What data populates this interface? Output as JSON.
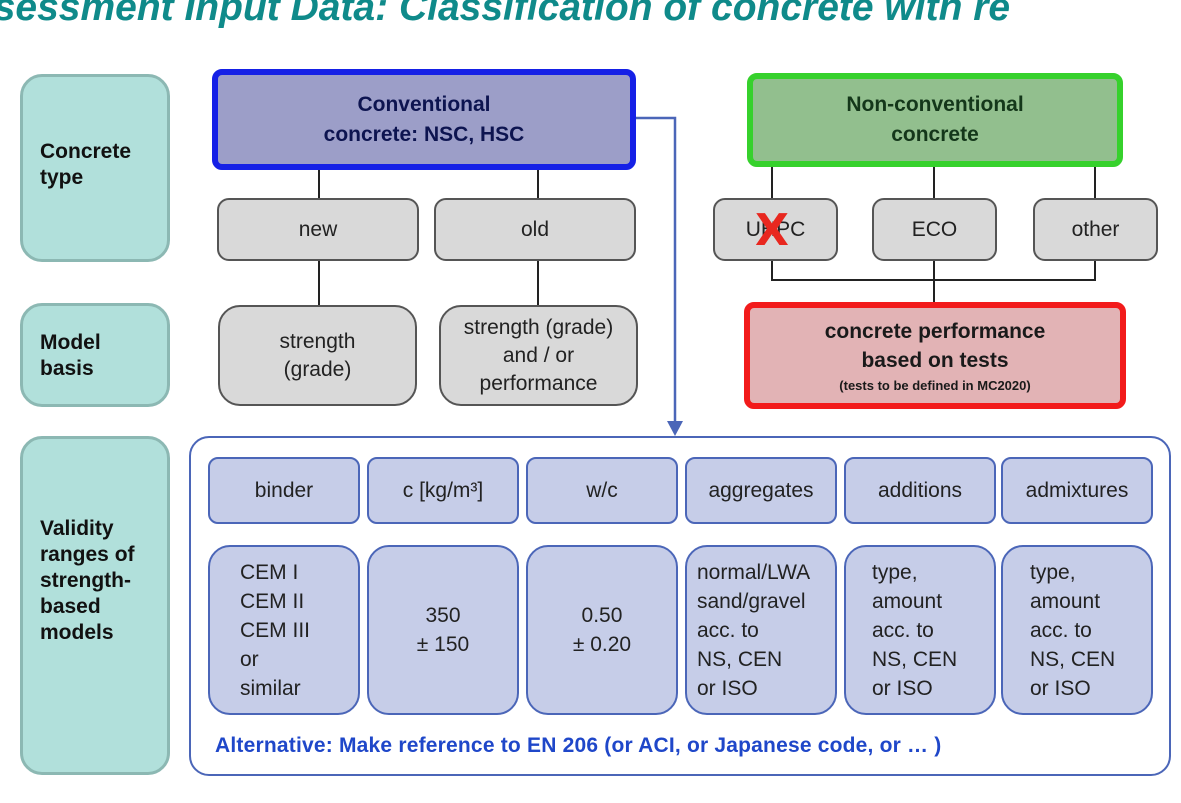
{
  "title": "ssessment Input Data: Classification of concrete with re",
  "rows": {
    "concrete_type": "Concrete\ntype",
    "model_basis": "Model\nbasis",
    "validity": "Validity\nranges of\nstrength-\nbased\nmodels"
  },
  "conventional": "Conventional\nconcrete: NSC, HSC",
  "non_conventional": "Non-conventional\nconcrete",
  "conventional_types": [
    "new",
    "old"
  ],
  "non_conventional_types": [
    "UHPC",
    "ECO",
    "other"
  ],
  "model_basis": {
    "new": "strength\n(grade)",
    "old": "strength (grade)\nand / or\nperformance",
    "performance_title": "concrete performance\nbased on tests",
    "performance_note": "(tests to be defined in MC2020)"
  },
  "table": {
    "headers": [
      "binder",
      "c [kg/m³]",
      "w/c",
      "aggregates",
      "additions",
      "admixtures"
    ],
    "cells": [
      "CEM I\nCEM II\nCEM III\nor\nsimilar",
      "350\n± 150",
      "0.50\n± 0.20",
      "normal/LWA\nsand/gravel\nacc. to\nNS, CEN\nor ISO",
      "type,\namount\nacc. to\nNS, CEN\nor ISO",
      "type,\namount\nacc. to\nNS, CEN\nor ISO"
    ]
  },
  "alternative": "Alternative: Make reference to EN 206 (or ACI, or Japanese code, or … )",
  "excluded_mark": "X",
  "colors": {
    "title": "#0f8a8a",
    "conventional_border": "#1520e6",
    "non_conventional_border": "#36d12c",
    "performance_border": "#f21b1b",
    "table_border": "#4b66b8",
    "side_label_fill": "#b1e0db",
    "alternative_text": "#1f47c9",
    "excluded_mark": "#e8271f"
  }
}
